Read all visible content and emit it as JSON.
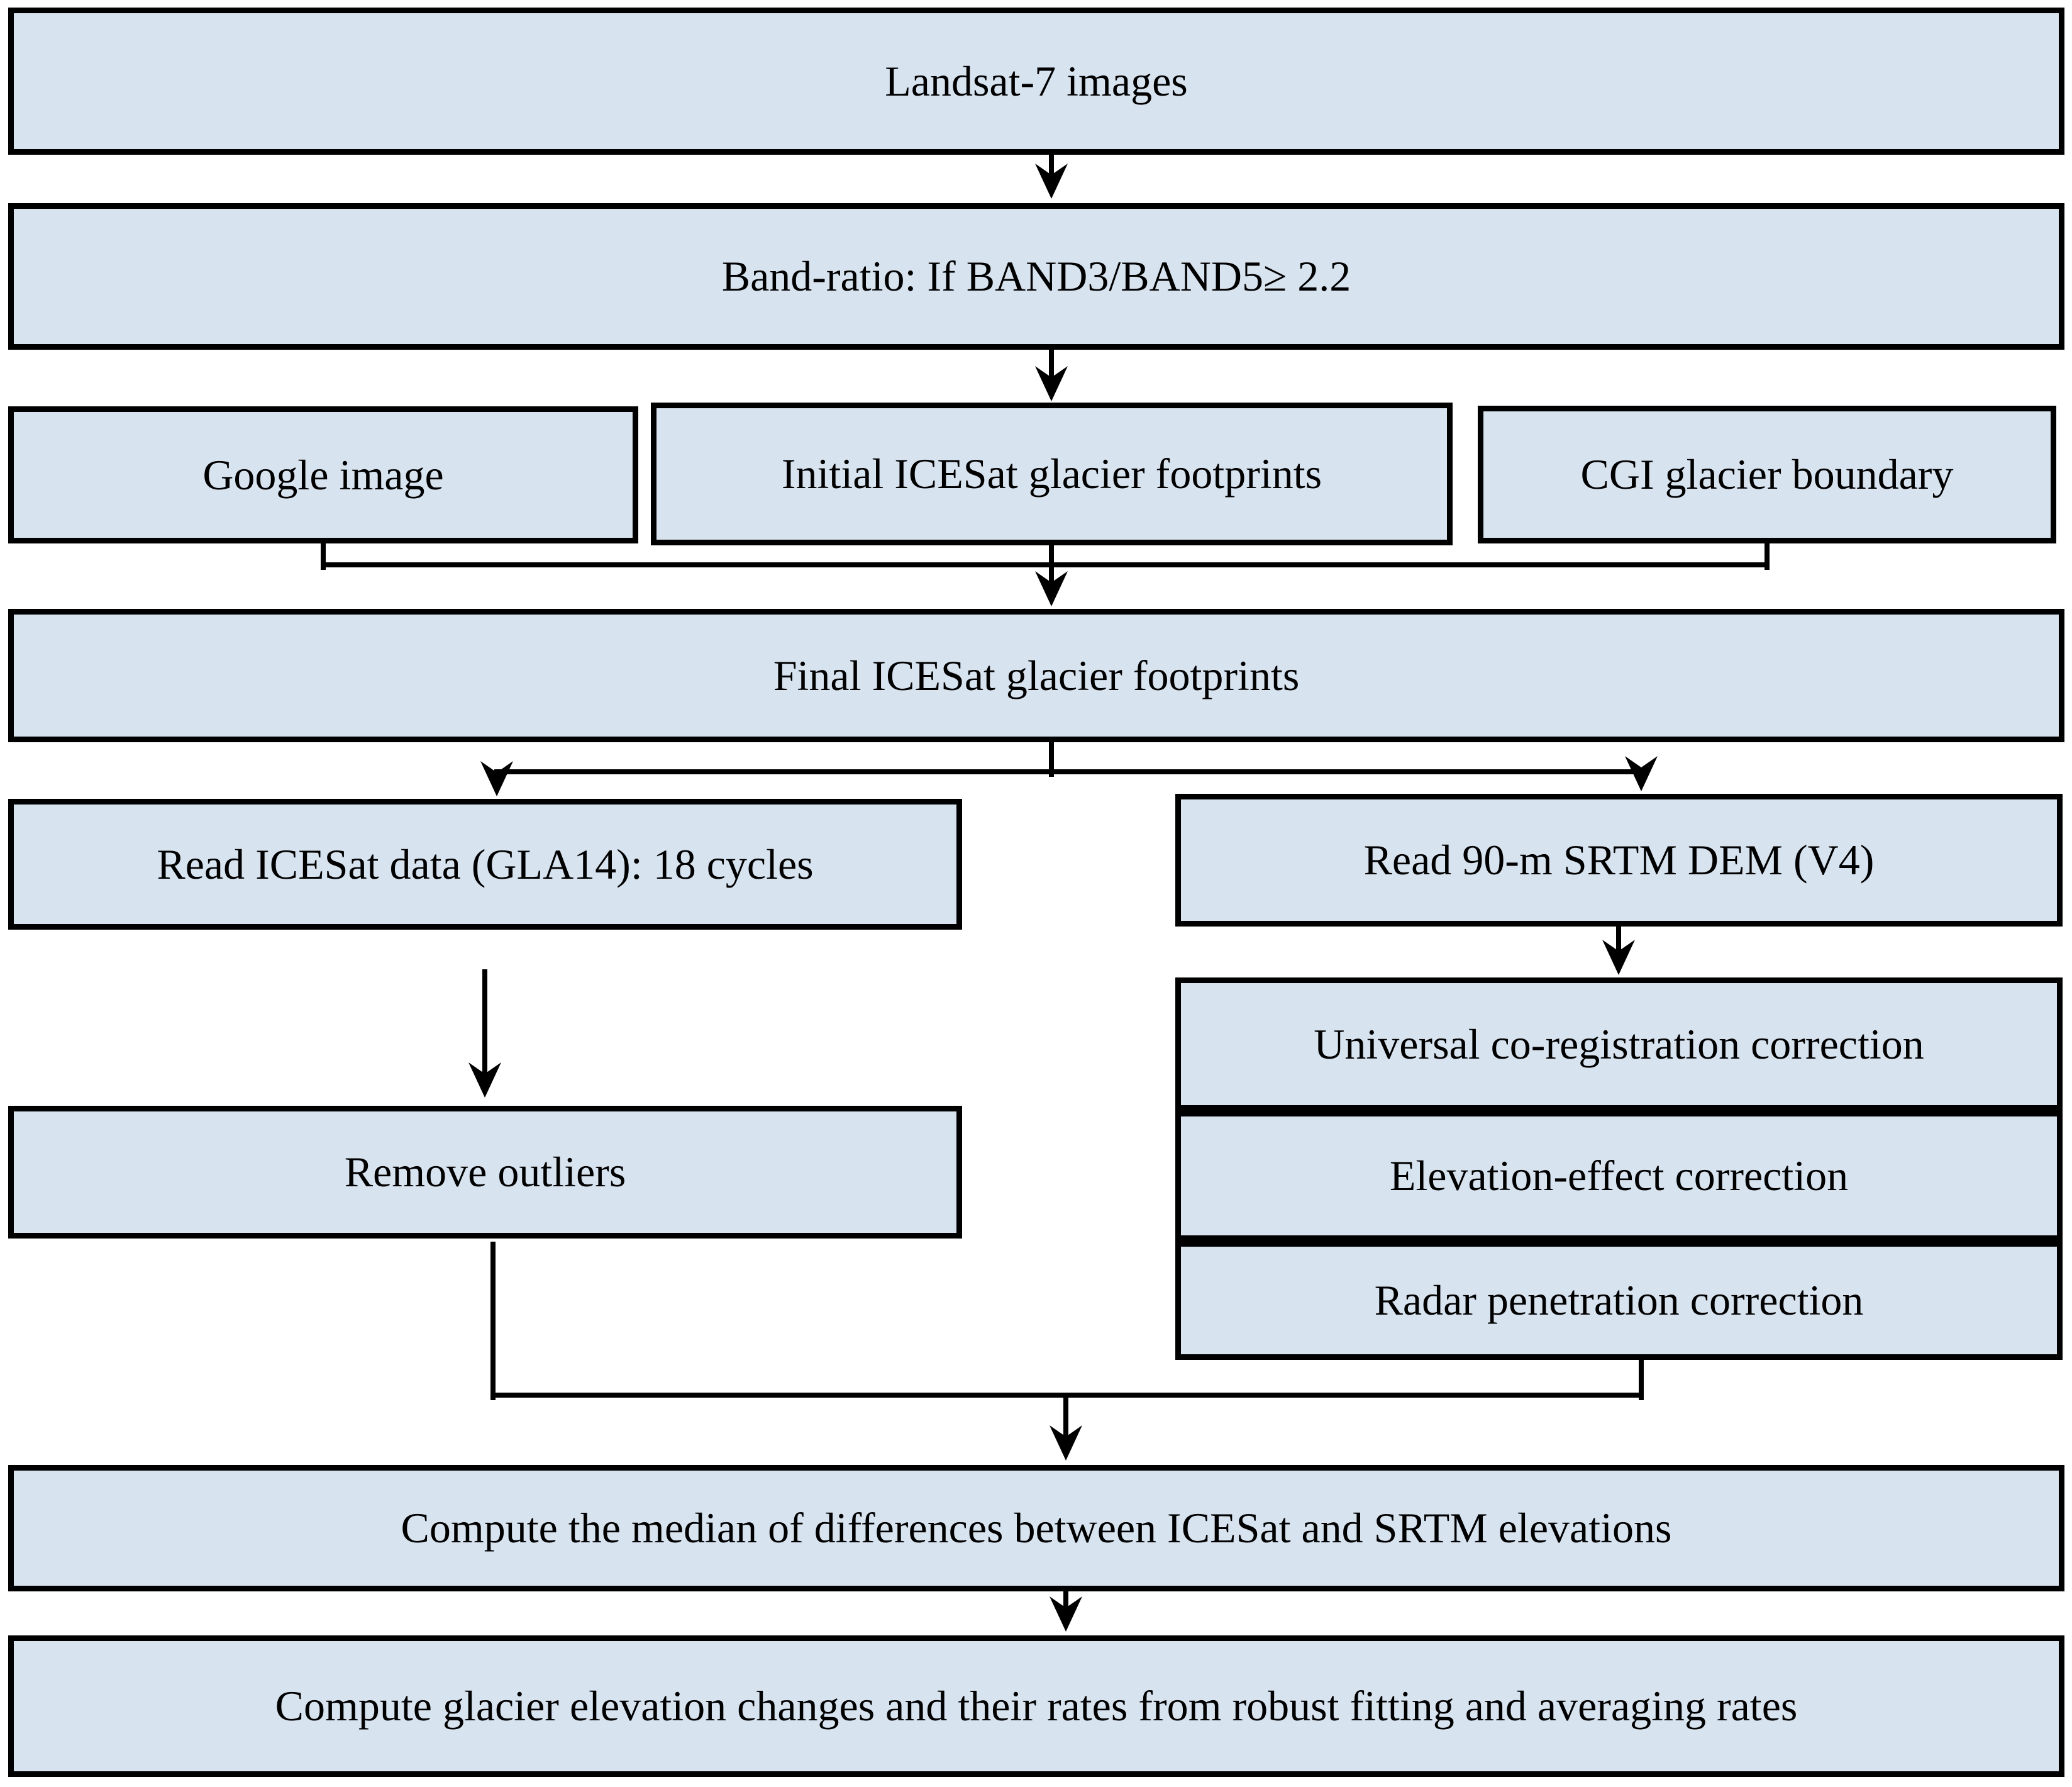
{
  "figure": {
    "type": "flowchart",
    "description": "Glacier elevation change processing workflow"
  },
  "colors": {
    "background": "#ffffff",
    "box_fill": "#d8e3f0",
    "box_border": "#000000",
    "arrow": "#000000"
  },
  "nodes": {
    "landsat": "Landsat-7 images",
    "band_ratio": "Band-ratio: If BAND3/BAND5≥ 2.2",
    "google": "Google image",
    "initial_footprints": "Initial ICESat glacier footprints",
    "cgi_boundary": "CGI glacier boundary",
    "final_footprints": "Final ICESat glacier footprints",
    "read_icesat": "Read ICESat data (GLA14): 18 cycles",
    "read_srtm": "Read 90-m SRTM DEM (V4)",
    "universal_coregistration": "Universal co-registration correction",
    "elevation_effect": "Elevation-effect correction",
    "radar_penetration": "Radar penetration correction",
    "remove_outliers": "Remove outliers",
    "compute_median": "Compute the median of differences between ICESat and SRTM elevations",
    "compute_rates": "Compute glacier elevation changes and their rates from robust fitting and averaging rates"
  }
}
